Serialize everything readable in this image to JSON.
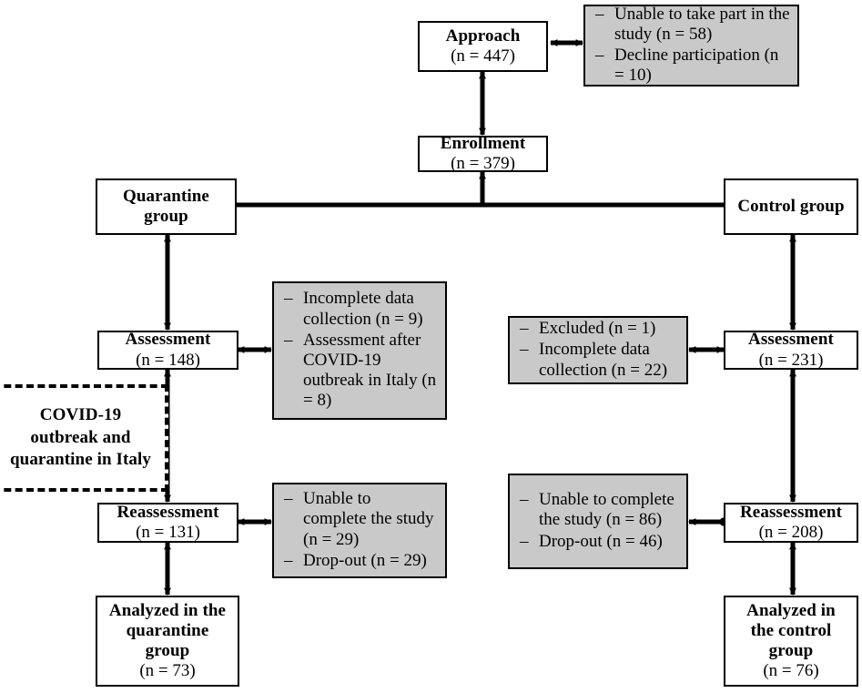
{
  "diagram": {
    "title": "CONSORT-style participant flow diagram",
    "colors": {
      "exclusion_fill": "#c9c9c9",
      "node_fill": "#ffffff",
      "line": "#000000"
    },
    "nodes": {
      "approach": {
        "title": "Approach",
        "count": "(n = 447)"
      },
      "enrollment": {
        "title": "Enrollment",
        "count": "(n = 379)"
      },
      "quarantine_group": {
        "title": "Quarantine",
        "title2": "group"
      },
      "control_group": {
        "title": "Control group"
      },
      "assessment_q": {
        "title": "Assessment",
        "count": "(n = 148)"
      },
      "assessment_c": {
        "title": "Assessment",
        "count": "(n = 231)"
      },
      "covid_event": {
        "line1": "COVID-19",
        "line2": "outbreak and",
        "line3": "quarantine in Italy"
      },
      "reassessment_q": {
        "title": "Reassessment",
        "count": "(n = 131)"
      },
      "reassessment_c": {
        "title": "Reassessment",
        "count": "(n = 208)"
      },
      "analyzed_q": {
        "line1": "Analyzed in the",
        "line2": "quarantine",
        "line3": "group",
        "count": "(n = 73)"
      },
      "analyzed_c": {
        "line1": "Analyzed in",
        "line2": "the control",
        "line3": "group",
        "count": "(n = 76)"
      }
    },
    "exclusions": {
      "approach_excl": {
        "items": [
          "Unable to take part in the study (n = 58)",
          "Decline participation (n = 10)"
        ]
      },
      "assessment_q_excl": {
        "items": [
          "Incomplete data collection (n = 9)",
          "Assessment after COVID-19 outbreak in Italy (n = 8)"
        ]
      },
      "assessment_c_excl": {
        "items": [
          "Excluded (n = 1)",
          "Incomplete data collection (n = 22)"
        ]
      },
      "reassessment_q_excl": {
        "items": [
          "Unable to complete the study (n = 29)",
          "Drop-out (n = 29)"
        ]
      },
      "reassessment_c_excl": {
        "items": [
          "Unable to complete the study (n = 86)",
          "Drop-out (n = 46)"
        ]
      }
    }
  }
}
